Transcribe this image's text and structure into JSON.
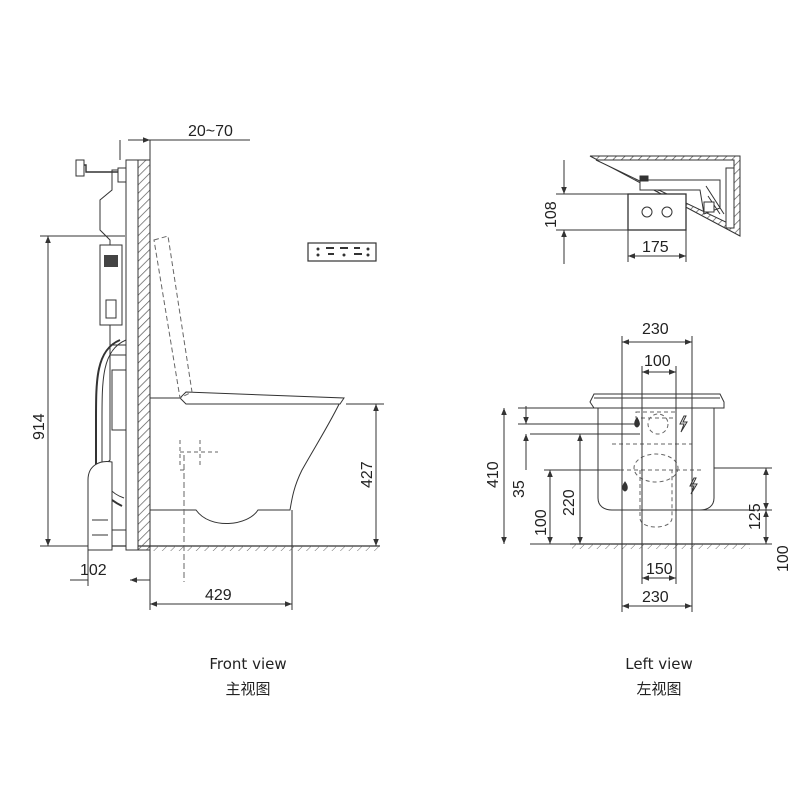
{
  "front_view": {
    "caption_en": "Front view",
    "caption_zh": "主视图",
    "dims": {
      "wall_gap": "20~70",
      "frame_height": "914",
      "seat_height": "427",
      "frame_depth": "102",
      "outlet_offset": "429"
    }
  },
  "plate_view": {
    "dims": {
      "height": "108",
      "width": "175"
    }
  },
  "left_view": {
    "caption_en": "Left view",
    "caption_zh": "左视图",
    "dims": {
      "top_width": "230",
      "inner_top": "100",
      "total_height": "410",
      "d35": "35",
      "d100_left": "100",
      "d220": "220",
      "d125": "125",
      "d100_right": "100",
      "inner_bottom": "150",
      "bottom_width": "230"
    }
  },
  "colors": {
    "line": "#333333",
    "dash": "#666666",
    "hatch": "#555555"
  }
}
